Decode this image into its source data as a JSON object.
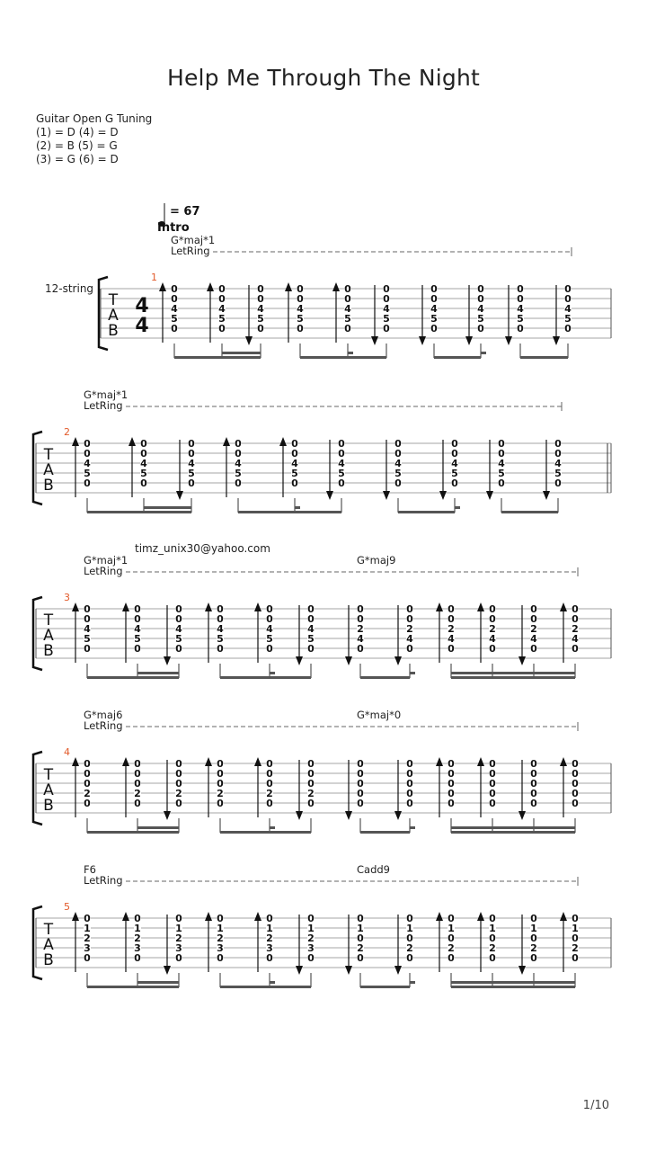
{
  "title": "Help Me Through The Night",
  "tuning": {
    "heading": "Guitar Open G Tuning",
    "lines": [
      "(1) = D (4) = D",
      "(2) = B (5) = G",
      "(3) = G (6) = D"
    ]
  },
  "tempo": {
    "prefix": "=",
    "value": "67"
  },
  "section": "Intro",
  "instrument": "12-string",
  "time_signature": {
    "top": "4",
    "bottom": "4"
  },
  "tab_letters": [
    "T",
    "A",
    "B"
  ],
  "credit": "timz_unix30@yahoo.com",
  "let_ring": "LetRing",
  "page": "1/10",
  "systems": [
    {
      "measure": "1",
      "chords": [
        "G*maj*1"
      ],
      "beats": [
        {
          "frets": [
            "0",
            "0",
            "4",
            "5",
            "0"
          ],
          "stroke": "up"
        },
        {
          "frets": [
            "0",
            "0",
            "4",
            "5",
            "0"
          ],
          "stroke": "up"
        },
        {
          "frets": [
            "0",
            "0",
            "4",
            "5",
            "0"
          ],
          "stroke": "down"
        },
        {
          "frets": [
            "0",
            "0",
            "4",
            "5",
            "0"
          ],
          "stroke": "up"
        },
        {
          "frets": [
            "0",
            "0",
            "4",
            "5",
            "0"
          ],
          "stroke": "up"
        },
        {
          "frets": [
            "0",
            "0",
            "4",
            "5",
            "0"
          ],
          "stroke": "down"
        },
        {
          "frets": [
            "0",
            "0",
            "4",
            "5",
            "0"
          ],
          "stroke": "down"
        },
        {
          "frets": [
            "0",
            "0",
            "4",
            "5",
            "0"
          ],
          "stroke": "down"
        },
        {
          "frets": [
            "0",
            "0",
            "4",
            "5",
            "0"
          ],
          "stroke": "down"
        },
        {
          "frets": [
            "0",
            "0",
            "4",
            "5",
            "0"
          ],
          "stroke": "down"
        }
      ]
    },
    {
      "measure": "2",
      "chords": [
        "G*maj*1"
      ],
      "beats": [
        {
          "frets": [
            "0",
            "0",
            "4",
            "5",
            "0"
          ],
          "stroke": "up"
        },
        {
          "frets": [
            "0",
            "0",
            "4",
            "5",
            "0"
          ],
          "stroke": "up"
        },
        {
          "frets": [
            "0",
            "0",
            "4",
            "5",
            "0"
          ],
          "stroke": "down"
        },
        {
          "frets": [
            "0",
            "0",
            "4",
            "5",
            "0"
          ],
          "stroke": "up"
        },
        {
          "frets": [
            "0",
            "0",
            "4",
            "5",
            "0"
          ],
          "stroke": "up"
        },
        {
          "frets": [
            "0",
            "0",
            "4",
            "5",
            "0"
          ],
          "stroke": "down"
        },
        {
          "frets": [
            "0",
            "0",
            "4",
            "5",
            "0"
          ],
          "stroke": "down"
        },
        {
          "frets": [
            "0",
            "0",
            "4",
            "5",
            "0"
          ],
          "stroke": "down"
        },
        {
          "frets": [
            "0",
            "0",
            "4",
            "5",
            "0"
          ],
          "stroke": "down"
        },
        {
          "frets": [
            "0",
            "0",
            "4",
            "5",
            "0"
          ],
          "stroke": "down"
        }
      ]
    },
    {
      "measure": "3",
      "chords": [
        "G*maj*1",
        "G*maj9"
      ],
      "beats": [
        {
          "frets": [
            "0",
            "0",
            "4",
            "5",
            "0"
          ],
          "stroke": "up"
        },
        {
          "frets": [
            "0",
            "0",
            "4",
            "5",
            "0"
          ],
          "stroke": "up"
        },
        {
          "frets": [
            "0",
            "0",
            "4",
            "5",
            "0"
          ],
          "stroke": "down"
        },
        {
          "frets": [
            "0",
            "0",
            "4",
            "5",
            "0"
          ],
          "stroke": "up"
        },
        {
          "frets": [
            "0",
            "0",
            "4",
            "5",
            "0"
          ],
          "stroke": "up"
        },
        {
          "frets": [
            "0",
            "0",
            "4",
            "5",
            "0"
          ],
          "stroke": "down"
        },
        {
          "frets": [
            "0",
            "0",
            "2",
            "4",
            "0"
          ],
          "stroke": "down"
        },
        {
          "frets": [
            "0",
            "0",
            "2",
            "4",
            "0"
          ],
          "stroke": "down"
        },
        {
          "frets": [
            "0",
            "0",
            "2",
            "4",
            "0"
          ],
          "stroke": "up"
        },
        {
          "frets": [
            "0",
            "0",
            "2",
            "4",
            "0"
          ],
          "stroke": "up"
        },
        {
          "frets": [
            "0",
            "0",
            "2",
            "4",
            "0"
          ],
          "stroke": "down"
        },
        {
          "frets": [
            "0",
            "0",
            "2",
            "4",
            "0"
          ],
          "stroke": "up"
        }
      ]
    },
    {
      "measure": "4",
      "chords": [
        "G*maj6",
        "G*maj*0"
      ],
      "beats": [
        {
          "frets": [
            "0",
            "0",
            "0",
            "2",
            "0"
          ],
          "stroke": "up"
        },
        {
          "frets": [
            "0",
            "0",
            "0",
            "2",
            "0"
          ],
          "stroke": "up"
        },
        {
          "frets": [
            "0",
            "0",
            "0",
            "2",
            "0"
          ],
          "stroke": "down"
        },
        {
          "frets": [
            "0",
            "0",
            "0",
            "2",
            "0"
          ],
          "stroke": "up"
        },
        {
          "frets": [
            "0",
            "0",
            "0",
            "2",
            "0"
          ],
          "stroke": "up"
        },
        {
          "frets": [
            "0",
            "0",
            "0",
            "2",
            "0"
          ],
          "stroke": "down"
        },
        {
          "frets": [
            "0",
            "0",
            "0",
            "0",
            "0"
          ],
          "stroke": "down"
        },
        {
          "frets": [
            "0",
            "0",
            "0",
            "0",
            "0"
          ],
          "stroke": "down"
        },
        {
          "frets": [
            "0",
            "0",
            "0",
            "0",
            "0"
          ],
          "stroke": "up"
        },
        {
          "frets": [
            "0",
            "0",
            "0",
            "0",
            "0"
          ],
          "stroke": "up"
        },
        {
          "frets": [
            "0",
            "0",
            "0",
            "0",
            "0"
          ],
          "stroke": "down"
        },
        {
          "frets": [
            "0",
            "0",
            "0",
            "0",
            "0"
          ],
          "stroke": "up"
        }
      ]
    },
    {
      "measure": "5",
      "chords": [
        "F6",
        "Cadd9"
      ],
      "beats": [
        {
          "frets": [
            "0",
            "1",
            "2",
            "3",
            "0"
          ],
          "stroke": "up"
        },
        {
          "frets": [
            "0",
            "1",
            "2",
            "3",
            "0"
          ],
          "stroke": "up"
        },
        {
          "frets": [
            "0",
            "1",
            "2",
            "3",
            "0"
          ],
          "stroke": "down"
        },
        {
          "frets": [
            "0",
            "1",
            "2",
            "3",
            "0"
          ],
          "stroke": "up"
        },
        {
          "frets": [
            "0",
            "1",
            "2",
            "3",
            "0"
          ],
          "stroke": "up"
        },
        {
          "frets": [
            "0",
            "1",
            "2",
            "3",
            "0"
          ],
          "stroke": "down"
        },
        {
          "frets": [
            "0",
            "1",
            "0",
            "2",
            "0"
          ],
          "stroke": "down"
        },
        {
          "frets": [
            "0",
            "1",
            "0",
            "2",
            "0"
          ],
          "stroke": "down"
        },
        {
          "frets": [
            "0",
            "1",
            "0",
            "2",
            "0"
          ],
          "stroke": "up"
        },
        {
          "frets": [
            "0",
            "1",
            "0",
            "2",
            "0"
          ],
          "stroke": "up"
        },
        {
          "frets": [
            "0",
            "1",
            "0",
            "2",
            "0"
          ],
          "stroke": "down"
        },
        {
          "frets": [
            "0",
            "1",
            "0",
            "2",
            "0"
          ],
          "stroke": "up"
        }
      ]
    }
  ]
}
